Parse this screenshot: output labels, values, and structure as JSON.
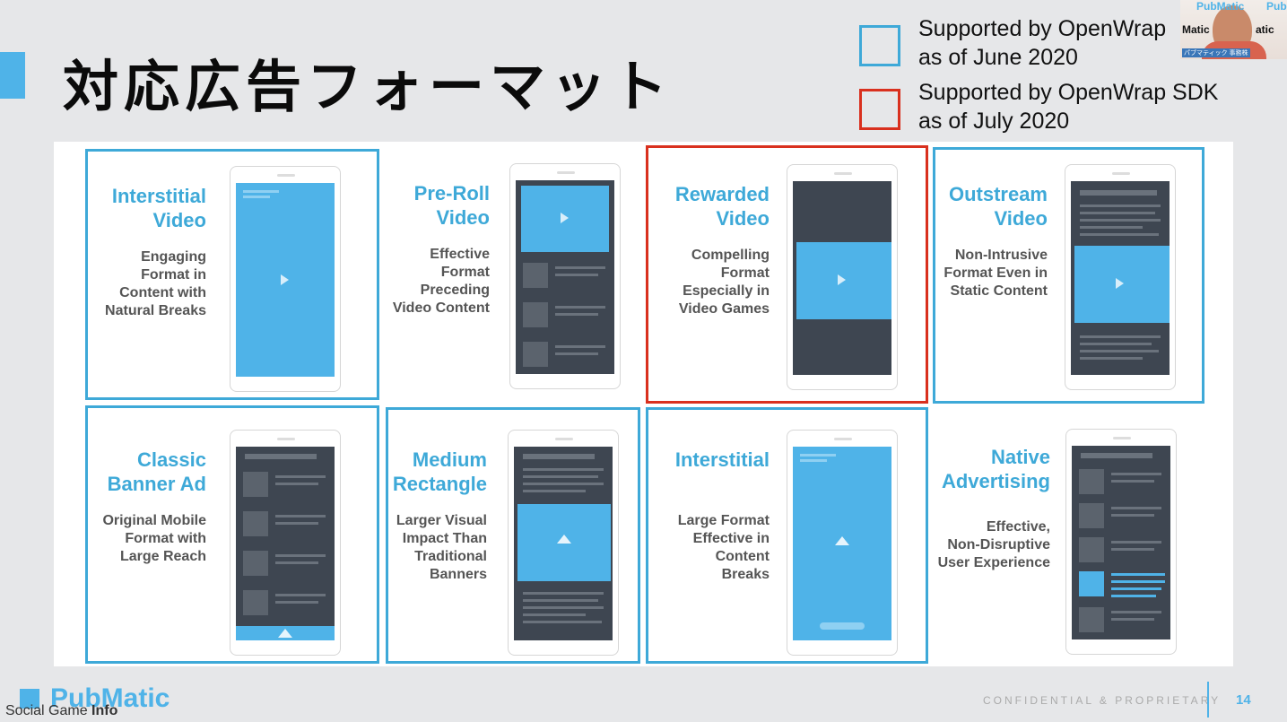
{
  "slide": {
    "title": "対応広告フォーマット",
    "page_number": "14",
    "confidential": "CONFIDENTIAL & PROPRIETARY",
    "logo_text": "PubMatic",
    "watermark": {
      "part1": "Social Game ",
      "part2": "Info"
    }
  },
  "legend": [
    {
      "line1": "Supported by OpenWrap",
      "line2": "as of June 2020",
      "color": "#3ea9d8"
    },
    {
      "line1": "Supported by OpenWrap SDK",
      "line2": "as of July 2020",
      "color": "#d9301e"
    }
  ],
  "cards": [
    {
      "title": [
        "Interstitial",
        "Video"
      ],
      "desc": [
        "Engaging",
        "Format  in",
        "Content with",
        "Natural Breaks"
      ],
      "support": "june"
    },
    {
      "title": [
        "Pre-Roll",
        "Video"
      ],
      "desc": [
        "Effective",
        "Format",
        "Preceding",
        "Video Content"
      ],
      "support": "none"
    },
    {
      "title": [
        "Rewarded",
        "Video"
      ],
      "desc": [
        "Compelling",
        "Format",
        "Especially in",
        "Video Games"
      ],
      "support": "july"
    },
    {
      "title": [
        "Outstream",
        "Video"
      ],
      "desc": [
        "Non-Intrusive",
        "Format Even in",
        "Static Content"
      ],
      "support": "june"
    },
    {
      "title": [
        "Classic",
        "Banner Ad"
      ],
      "desc": [
        "Original Mobile",
        "Format with",
        "Large Reach"
      ],
      "support": "june"
    },
    {
      "title": [
        "Medium",
        "Rectangle"
      ],
      "desc": [
        "Larger Visual",
        "Impact Than",
        "Traditional",
        "Banners"
      ],
      "support": "june"
    },
    {
      "title": [
        "Interstitial"
      ],
      "desc": [
        "Large Format",
        "Effective in",
        "Content",
        "Breaks"
      ],
      "support": "june"
    },
    {
      "title": [
        "Native",
        "Advertising"
      ],
      "desc": [
        "Effective,",
        "Non-Disruptive",
        "User Experience"
      ],
      "support": "none"
    }
  ],
  "webcam": {
    "logo_top": "PubMatic",
    "logo_mid": "Matic",
    "logo_mid2": "atic",
    "logo_right": "Pub",
    "name_tag": "パブマティック 事務株"
  },
  "colors": {
    "accent": "#4fb3e8",
    "june_border": "#3ea9d8",
    "july_border": "#d9301e"
  }
}
